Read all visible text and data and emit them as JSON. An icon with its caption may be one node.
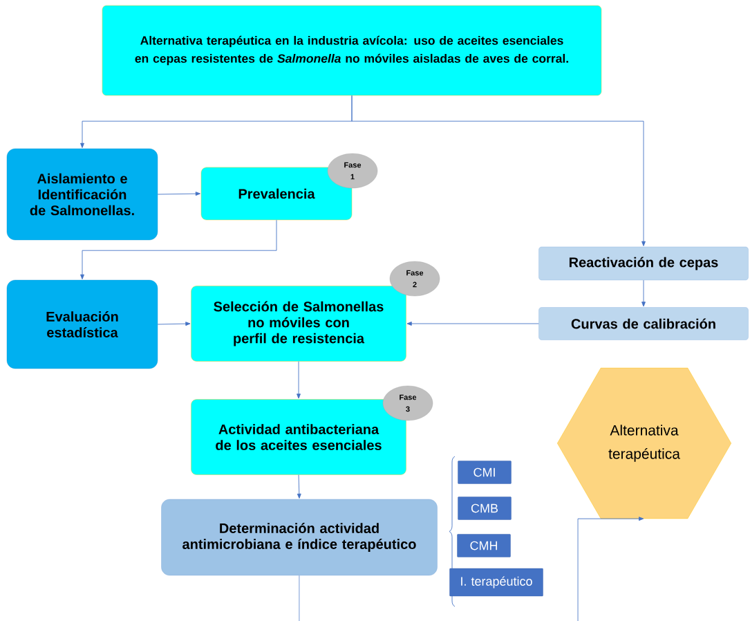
{
  "diagram": {
    "nodes": [
      {
        "text": [
          "Alternativa terapéutica en la industria avícola: uso de aceites esenciales en cepas resistentes de *Salmonella* no móviles aisladas de aves de corral."
        ]
      },
      {
        "text": [
          "Aislamiento e Identificación de Salmonellas."
        ]
      },
      {
        "text": [
          "Prevalencia"
        ]
      },
      {
        "text": [
          "Fase 1"
        ]
      },
      {
        "text": [
          "Evaluación estadística"
        ]
      },
      {
        "text": [
          "Selección de Salmonellas no móviles con perfil de resistencia"
        ]
      },
      {
        "text": [
          "Fase 2"
        ]
      },
      {
        "text": [
          "Reactivación de cepas"
        ]
      },
      {
        "text": [
          "Curvas de calibración"
        ]
      },
      {
        "text": [
          "Actividad antibacteriana de los aceites esenciales"
        ]
      },
      {
        "text": [
          "Fase 3"
        ]
      },
      {
        "text": [
          "Alternativa terapéutica"
        ]
      },
      {
        "text": [
          "Determinación actividad antimicrobiana e índice terapéutico"
        ]
      },
      {
        "text": [
          "CMI"
        ]
      },
      {
        "text": [
          "CMB"
        ]
      },
      {
        "text": [
          "CMH"
        ]
      },
      {
        "text": [
          "I. terapéutico"
        ]
      }
    ],
    "edges": [
      {
        "from": 0,
        "to": 1,
        "arrow": "to"
      },
      {
        "from": 0,
        "to": 7,
        "arrow": "to"
      },
      {
        "from": 1,
        "to": 2,
        "arrow": "to"
      },
      {
        "from": 2,
        "to": 4,
        "arrow": "to"
      },
      {
        "from": 4,
        "to": 5,
        "arrow": "to"
      },
      {
        "from": 7,
        "to": 8,
        "arrow": "to"
      },
      {
        "from": 8,
        "to": 5,
        "arrow": "to"
      },
      {
        "from": 5,
        "to": 9,
        "arrow": "to"
      },
      {
        "from": 9,
        "to": 12,
        "arrow": "to"
      },
      {
        "from": 12,
        "to": null,
        "arrow": "none"
      },
      {
        "from": null,
        "to": 11,
        "arrow": "to"
      }
    ]
  }
}
